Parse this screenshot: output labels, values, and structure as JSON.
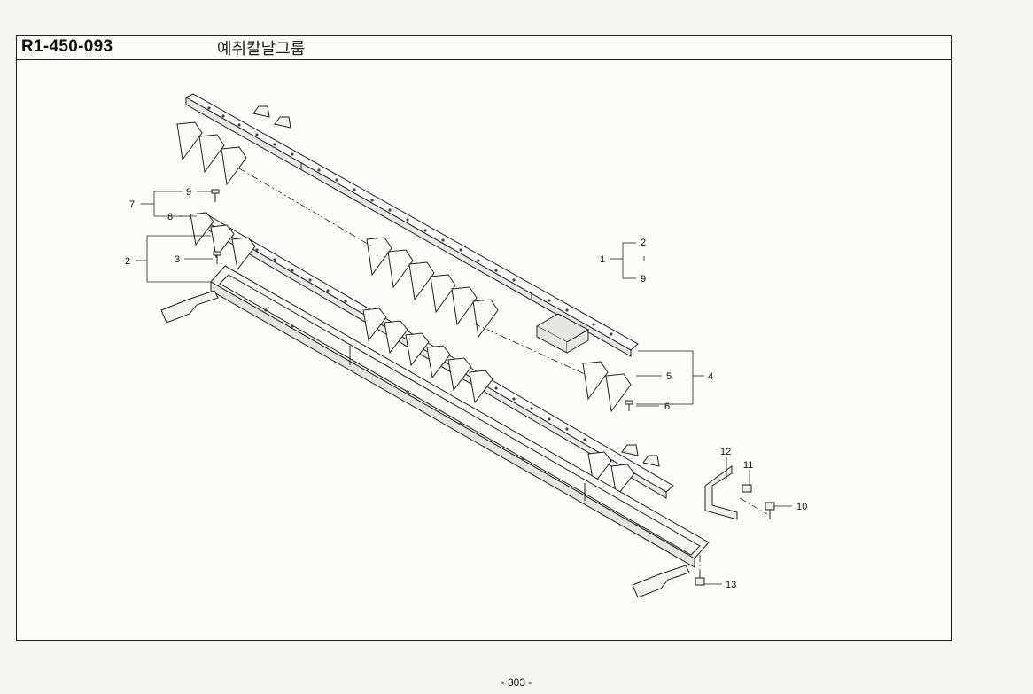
{
  "header": {
    "code": "R1-450-093",
    "title": "예취칼날그룹"
  },
  "callouts": {
    "c1": "1",
    "c2a": "2",
    "c2b": "2",
    "c3": "3",
    "c4": "4",
    "c5": "5",
    "c6": "6",
    "c7": "7",
    "c8": "8",
    "c9a": "9",
    "c9b": "9",
    "c10": "10",
    "c11": "11",
    "c12": "12",
    "c13": "13"
  },
  "footer": {
    "page": "- 303 -"
  }
}
